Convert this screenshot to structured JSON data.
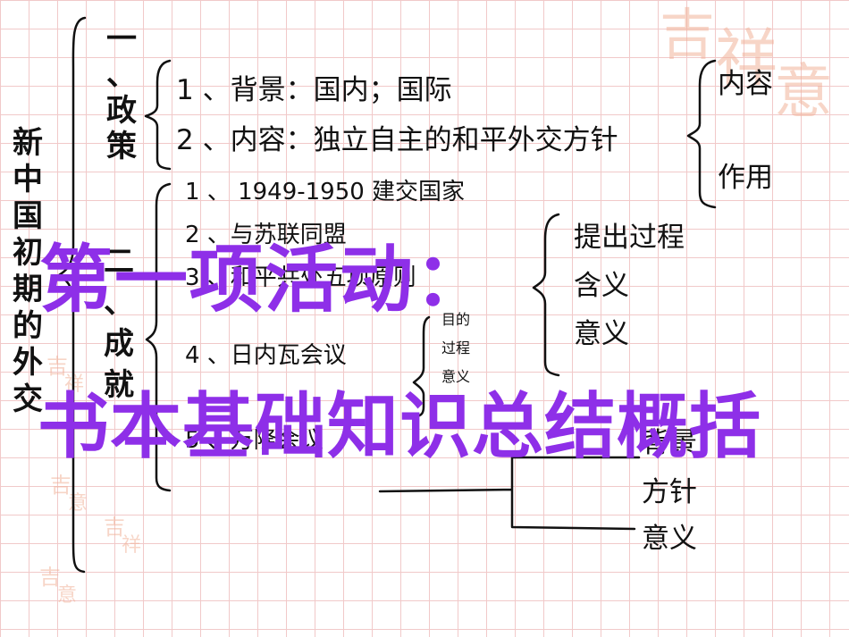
{
  "watermark": {
    "char1": "吉",
    "char2": "祥",
    "char3": "意"
  },
  "side_title": [
    "新",
    "中",
    "国",
    "初",
    "期",
    "的",
    "外",
    "交"
  ],
  "section1_heading": [
    "一",
    "、",
    "政",
    "策"
  ],
  "section2_heading": [
    "二",
    "、",
    "成",
    "就"
  ],
  "policy": {
    "item1": "1 、背景：国内；国际",
    "item2": "2 、内容：独立自主的和平外交方针"
  },
  "policy_sub": {
    "content": "内容",
    "effect": "作用"
  },
  "achievements": {
    "item1": "1 、 1949-1950 建交国家",
    "item2": "2 、与苏联同盟",
    "item3": "3 、和平共处五项原则",
    "item4": "4 、日内瓦会议",
    "item5": "5 、万隆会议"
  },
  "principles_sub": [
    "提出过程",
    "含义",
    "意义"
  ],
  "geneva_sub": [
    "目的",
    "过程",
    "意义"
  ],
  "bandung_sub": [
    "背景",
    "方针",
    "意义"
  ],
  "overlay": {
    "line1": "第一项活动：",
    "line2": "书本基础知识总结概括"
  }
}
